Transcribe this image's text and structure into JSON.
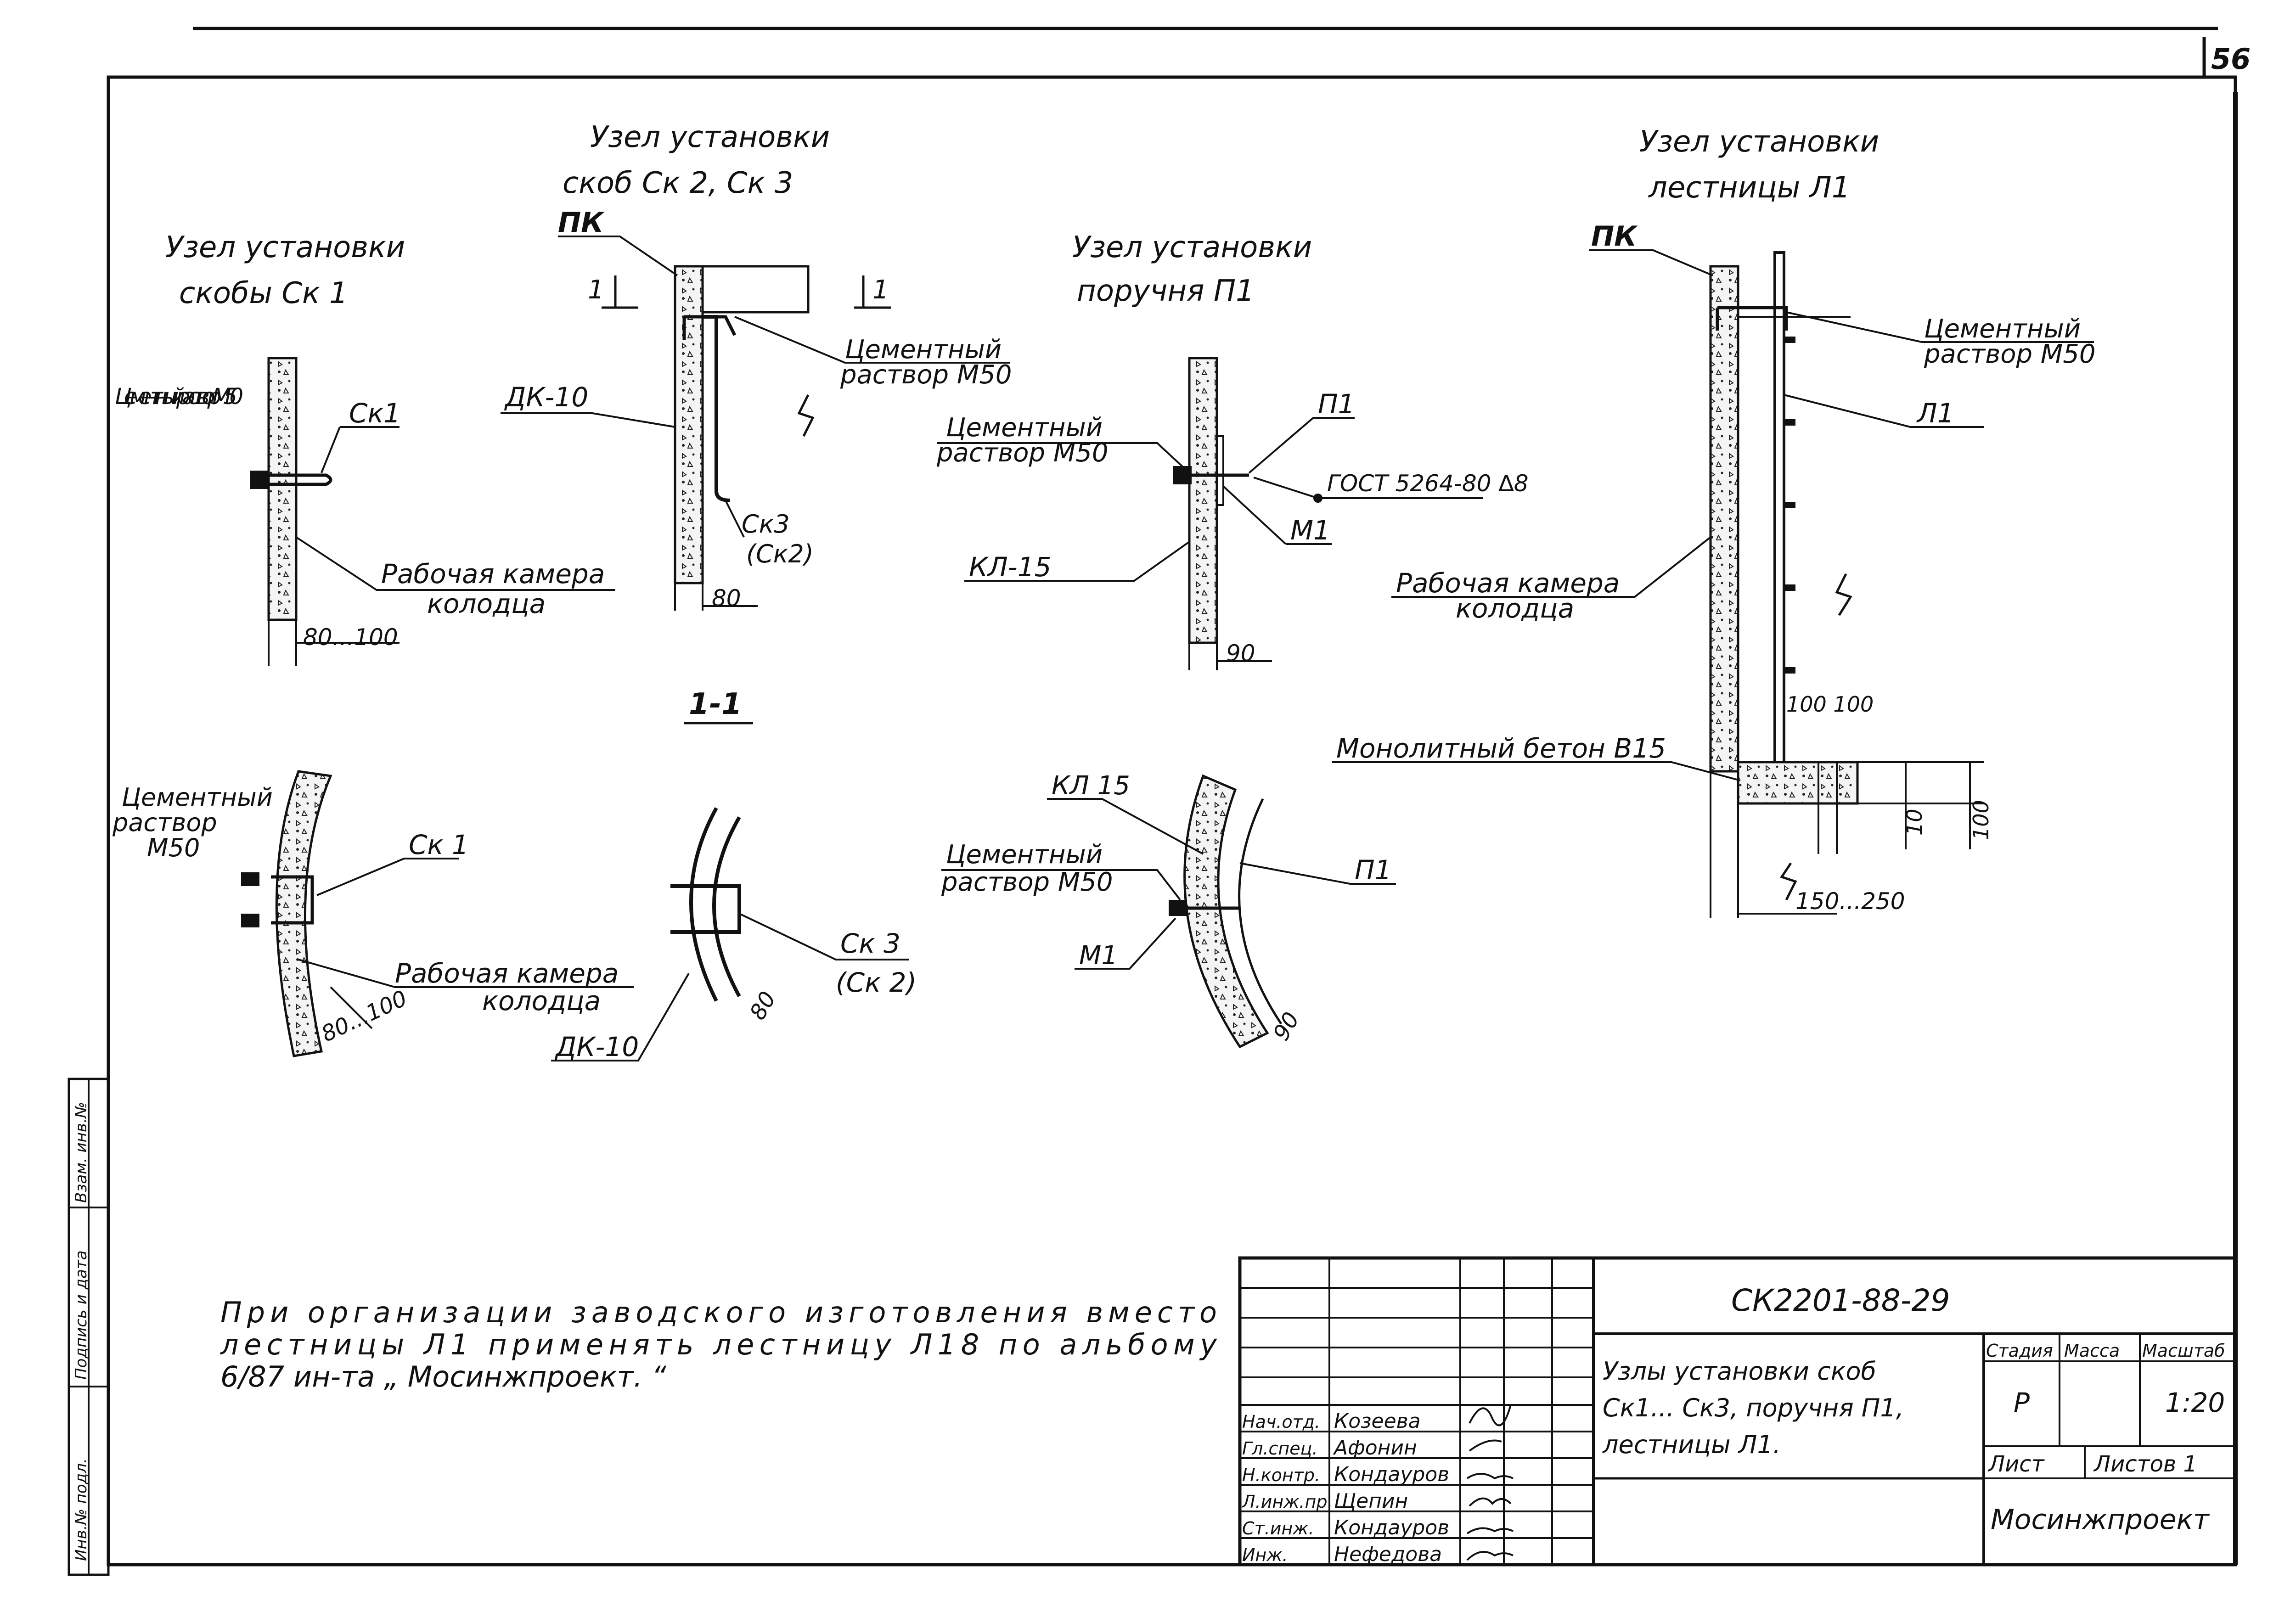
{
  "sheet": {
    "number": "56",
    "designation": "СК2201-88-29"
  },
  "nodes": {
    "sk1": {
      "title_1": "Узел установки",
      "title_2": "скобы Ск 1",
      "mortar": "Цементный раствор М50",
      "bracket": "Ск1",
      "chamber_1": "Рабочая камера",
      "chamber_2": "колодца",
      "dim": "80...100"
    },
    "sk23": {
      "title_1": "Узел установки",
      "title_2": "скоб Ск 2, Ск 3",
      "pk": "ПК",
      "section_mark": "1",
      "ring": "ДК-10",
      "mortar_1": "Цементный",
      "mortar_2": "раствор М50",
      "bracket_1": "Ск3",
      "bracket_2": "(Ск2)",
      "dim": "80"
    },
    "p1": {
      "title_1": "Узел установки",
      "title_2": "поручня П1",
      "mortar_1": "Цементный",
      "mortar_2": "раствор М50",
      "rail": "П1",
      "gost": "ГОСТ 5264-80 ∆8",
      "m1": "М1",
      "ring": "КЛ-15",
      "dim": "90"
    },
    "l1": {
      "title_1": "Узел установки",
      "title_2": "лестницы Л1",
      "pk": "ПК",
      "mortar_1": "Цементный",
      "mortar_2": "раствор М50",
      "ladder": "Л1",
      "chamber_1": "Рабочая камера",
      "chamber_2": "колодца",
      "concrete": "Монолитный бетон В15",
      "dim_top": "100 100",
      "dim_h1": "10",
      "dim_h2": "100",
      "dim_bottom": "150...250"
    }
  },
  "section": {
    "label": "1-1",
    "sk1_mortar_1": "Цементный",
    "sk1_mortar_2": "раствор",
    "sk1_mortar_3": "М50",
    "sk1_bracket": "Ск 1",
    "sk1_chamber_1": "Рабочая камера",
    "sk1_chamber_2": "колодца",
    "sk1_dim": "80...100",
    "ring": "ДК-10",
    "sk3_1": "Ск 3",
    "sk3_2": "(Ск 2)",
    "sk3_dim": "80",
    "kl15": "КЛ 15",
    "p_mortar_1": "Цементный",
    "p_mortar_2": "раствор М50",
    "p_rail": "П1",
    "p_m1": "М1",
    "p_dim": "90"
  },
  "note": {
    "line_1": "При организации заводского изготовления вместо",
    "line_2": "лестницы Л1 применять лестницу Л18 по альбому",
    "line_3": "6/87 ин-та „ Мосинжпроект. “"
  },
  "margin_stamp": {
    "c1": "Инв.№ подл.",
    "c2": "Подпись и дата",
    "c3": "Взам. инв.№"
  },
  "title_block": {
    "description_1": "Узлы установки скоб",
    "description_2": "Ск1... Ск3, поручня П1,",
    "description_3": "лестницы Л1.",
    "stage_label": "Стадия",
    "mass_label": "Масса",
    "scale_label": "Масштаб",
    "stage": "Р",
    "scale": "1:20",
    "sheet_label": "Лист",
    "sheets_label": "Листов 1",
    "organization": "Мосинжпроект",
    "staff": [
      {
        "role": "Нач.отд.",
        "name": "Козеева"
      },
      {
        "role": "Гл.спец.",
        "name": "Афонин"
      },
      {
        "role": "Н.контр.",
        "name": "Кондауров"
      },
      {
        "role": "Л.инж.пр.",
        "name": "Щепин"
      },
      {
        "role": "Ст.инж.",
        "name": "Кондауров"
      },
      {
        "role": "Инж.",
        "name": "Нефедова"
      }
    ]
  }
}
